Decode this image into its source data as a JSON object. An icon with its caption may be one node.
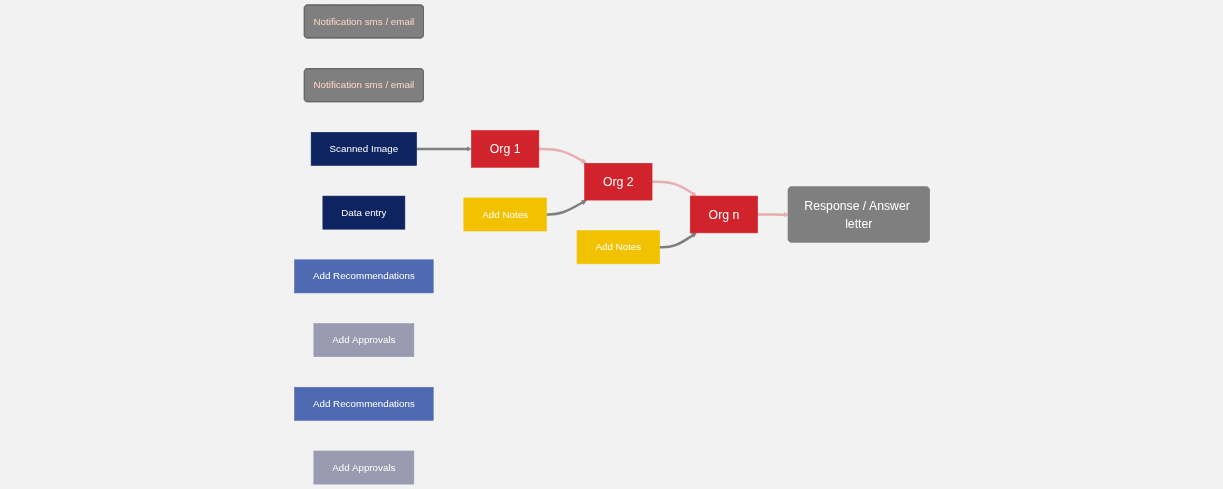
{
  "diagram": {
    "nodes": [
      {
        "text": [
          "Org 1"
        ]
      },
      {
        "text": [
          "Org 2"
        ]
      },
      {
        "text": [
          "Org n"
        ]
      },
      {
        "text": [
          "Response / Answer letter"
        ]
      },
      {
        "text": [
          "Notification sms / email"
        ]
      },
      {
        "text": [
          "Notification sms / email"
        ]
      },
      {
        "text": [
          "Scanned Image"
        ]
      },
      {
        "text": [
          "Data entry"
        ]
      },
      {
        "text": [
          "Add Notes"
        ]
      },
      {
        "text": [
          "Add Recommendations"
        ]
      },
      {
        "text": [
          "Add Approvals"
        ]
      },
      {
        "text": [
          "Add Notes"
        ]
      },
      {
        "text": [
          "Add Recommendations"
        ]
      },
      {
        "text": [
          "Add Approvals"
        ]
      }
    ],
    "edges": [
      {
        "from": 0,
        "to": 1,
        "arrow": "to"
      },
      {
        "from": 1,
        "to": 2,
        "arrow": "to"
      },
      {
        "from": 2,
        "to": 3,
        "arrow": "to"
      },
      {
        "from": 6,
        "to": 0,
        "arrow": "to",
        "color": "#7f7f7f"
      },
      {
        "from": 8,
        "to": 1,
        "arrow": "to",
        "color": "#7f7f7f"
      },
      {
        "from": 11,
        "to": 2,
        "arrow": "to",
        "color": "#7f7f7f"
      }
    ]
  }
}
